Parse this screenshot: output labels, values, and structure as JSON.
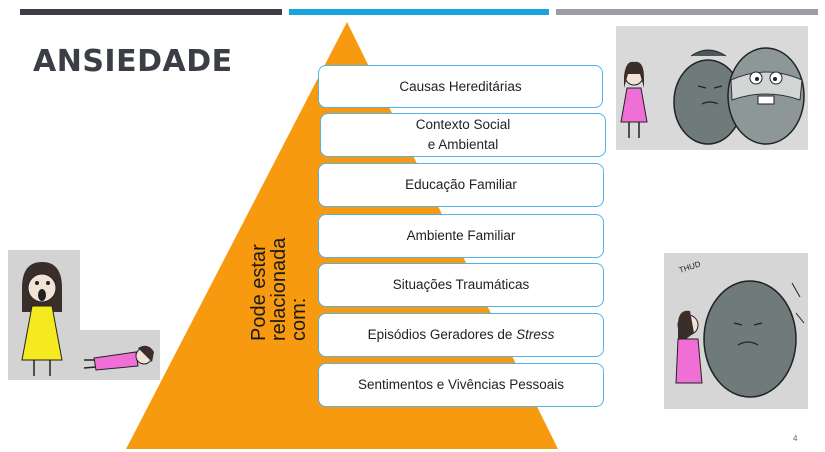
{
  "slide": {
    "title": "ANSIEDADE",
    "page_number": "4",
    "vertical_label": {
      "line1": "Pode estar",
      "line2": "relacionada",
      "line3": "com:"
    },
    "factors": [
      {
        "text": "Causas Hereditárias"
      },
      {
        "line1": "Contexto Social",
        "line2": "e Ambiental"
      },
      {
        "text": "Educação Familiar"
      },
      {
        "text": "Ambiente Familiar"
      },
      {
        "text": "Situações Traumáticas"
      },
      {
        "before": "Episódios Geradores de ",
        "italic": "Stress"
      },
      {
        "text": "Sentimentos e Vivências Pessoais"
      }
    ],
    "comic_sound": "THUD",
    "colors": {
      "pyramid": "#f79a0f",
      "box_border": "#52b3e6",
      "bar_dark": "#3b3f45",
      "bar_blue": "#19a4dc",
      "bar_gray": "#9a9ea3"
    }
  }
}
